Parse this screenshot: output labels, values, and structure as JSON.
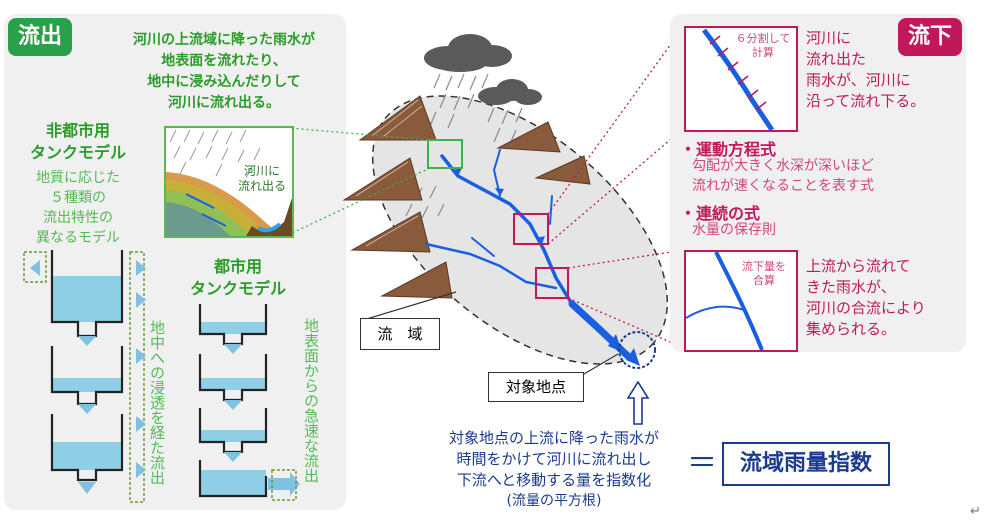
{
  "runoff_panel": {
    "tag": "流出",
    "description": [
      "河川の上流域に降った雨水が",
      "地表面を流れたり、",
      "地中に浸み込んだりして",
      "河川に流れ出る。"
    ],
    "nonurban_title": [
      "非都市用",
      "タンクモデル"
    ],
    "nonurban_desc": [
      "地質に応じた",
      "５種類の",
      "流出特性の",
      "異なるモデル"
    ],
    "urban_title": [
      "都市用",
      "タンクモデル"
    ],
    "infiltration_label": "地中への浸透を経た流出",
    "surface_label": "地表面からの急速な流出",
    "inset_label": [
      "河川に",
      "流れ出る"
    ]
  },
  "flow_panel": {
    "tag": "流下",
    "inset1_label": [
      "６分割して",
      "計算"
    ],
    "desc1": [
      "河川に",
      "流れ出た",
      "雨水が、河川に",
      "沿って流れ下る。"
    ],
    "equation1_title": "・運動方程式",
    "equation1_desc": [
      "勾配が大きく水深が深いほど",
      "流れが速くなることを表す式"
    ],
    "equation2_title": "・連続の式",
    "equation2_desc": "水量の保存則",
    "inset2_label": [
      "流下量を",
      "合算"
    ],
    "desc2": [
      "上流から流れて",
      "きた雨水が、",
      "河川の合流により",
      "集められる。"
    ]
  },
  "center": {
    "basin_label": "流　域",
    "target_label": "対象地点"
  },
  "bottom": {
    "explanation": [
      "対象地点の上流に降った雨水が",
      "時間をかけて河川に流れ出し",
      "下流へと移動する量を指数化"
    ],
    "explanation_note": "(流量の平方根)",
    "equals": "＝",
    "index_name": "流域雨量指数",
    "return_mark": "↵"
  },
  "colors": {
    "green": "#2a9c2a",
    "magenta": "#c0185a",
    "river_blue": "#1a5fe0",
    "tank_blue": "#8ecfe6",
    "navy": "#1b3b8f"
  }
}
